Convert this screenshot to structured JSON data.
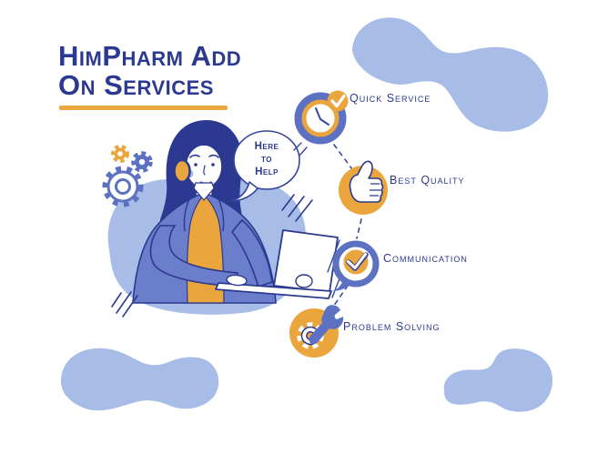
{
  "header": {
    "title_line1": "HimPharm Add",
    "title_line2": "On Services"
  },
  "speech_bubble": {
    "line1": "Here",
    "line2": "to",
    "line3": "Help"
  },
  "services": [
    {
      "label": "Quick Service",
      "icon": "clock-check-icon"
    },
    {
      "label": "Best Quality",
      "icon": "thumbs-up-icon"
    },
    {
      "label": "Communication",
      "icon": "chat-check-icon"
    },
    {
      "label": "Problem Solving",
      "icon": "gear-wrench-icon"
    }
  ],
  "colors": {
    "navy": "#2b3990",
    "outline": "#35479e",
    "periwinkle": "#5d71c3",
    "blazer_blue": "#6a7ecb",
    "light_blue": "#a7bce6",
    "orange": "#eaa53c",
    "white": "#ffffff"
  }
}
